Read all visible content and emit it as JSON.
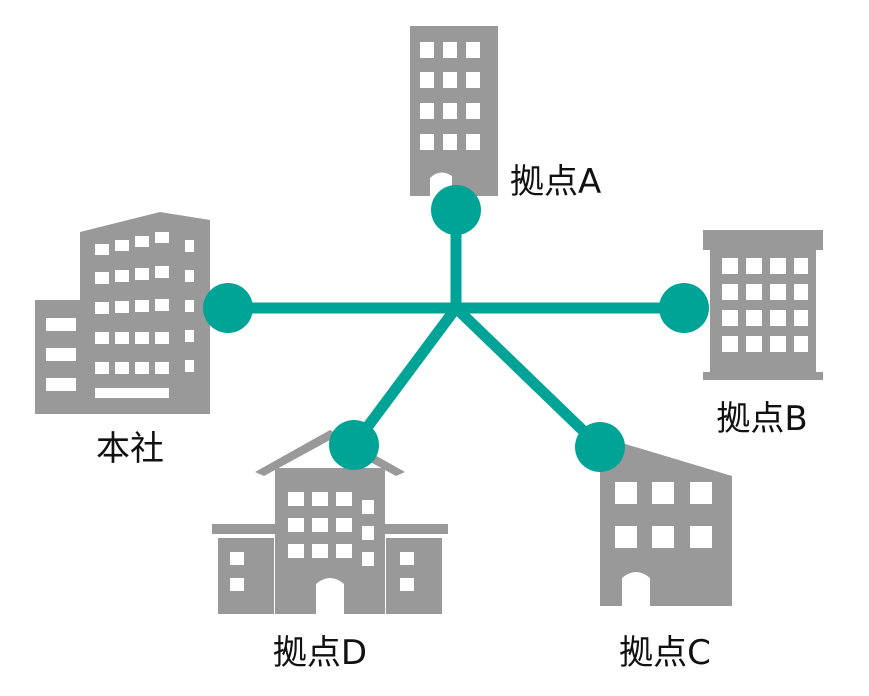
{
  "colors": {
    "link": "#00a497",
    "building": "#999999",
    "window": "#ffffff",
    "label": "#111111"
  },
  "labels": {
    "headquarters": "本社",
    "site_a": "拠点A",
    "site_b": "拠点B",
    "site_c": "拠点C",
    "site_d": "拠点D"
  },
  "icons": {
    "headquarters": "office-building-icon",
    "site_a": "tower-building-icon",
    "site_b": "apartment-building-icon",
    "site_c": "slanted-roof-building-icon",
    "site_d": "school-building-icon"
  }
}
